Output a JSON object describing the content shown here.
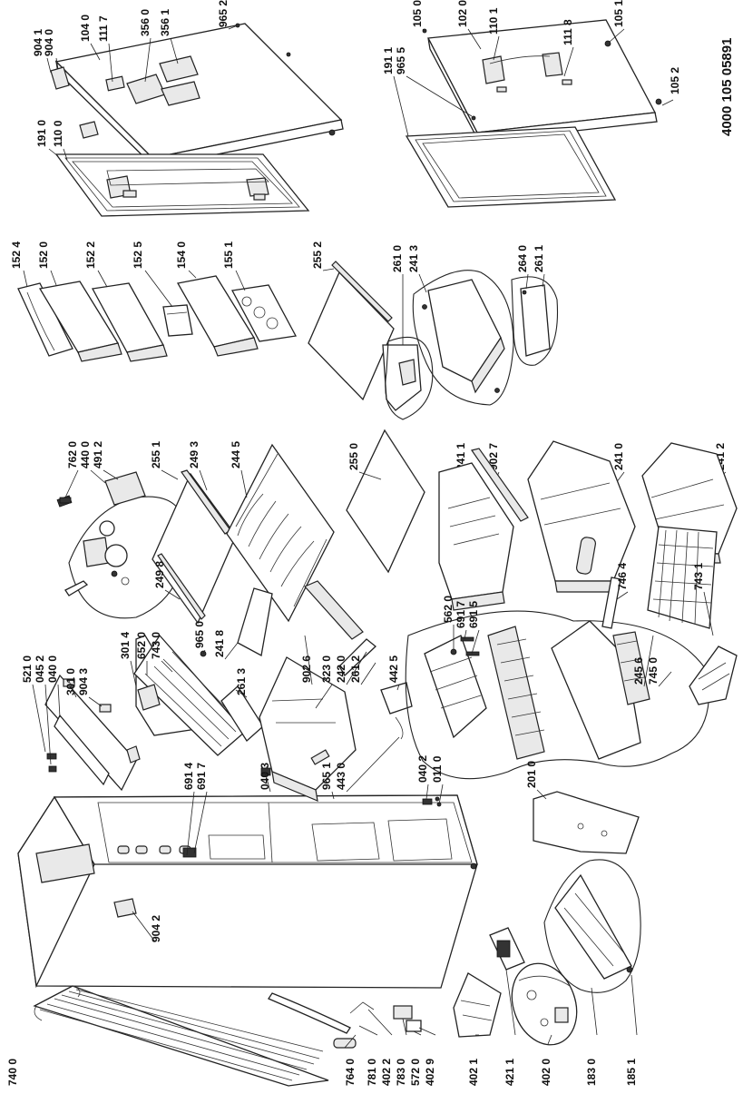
{
  "document_number": "4000 105 05891",
  "labels": {
    "l9041": "904 1",
    "l9040": "904 0",
    "l1040": "104 0",
    "l1117": "111 7",
    "l3560": "356 0",
    "l3561": "356 1",
    "l9652a": "965 2",
    "l1910": "191 0",
    "l1100": "110 0",
    "l1050": "105 0",
    "l1020": "102 0",
    "l1101": "110 1",
    "l1118": "111 8",
    "l1051": "105 1",
    "l1911": "191 1",
    "l9655": "965 5",
    "l1052": "105 2",
    "l1524": "152 4",
    "l1520": "152 0",
    "l1522": "152 2",
    "l1525": "152 5",
    "l1540": "154 0",
    "l1551": "155 1",
    "l2552": "255 2",
    "l2610": "261 0",
    "l2413": "241 3",
    "l2640": "264 0",
    "l2611": "261 1",
    "l7620": "762 0",
    "l4400": "440 0",
    "l4912": "491 2",
    "l2551": "255 1",
    "l2493": "249 3",
    "l2445": "244 5",
    "l2498": "249 8",
    "l2550": "255 0",
    "l2411": "241 1",
    "l9027": "902 7",
    "l2410": "241 0",
    "l2412": "241 2",
    "l5210": "521 0",
    "l0452": "045 2",
    "l0400": "040 0",
    "l3010": "301 0",
    "l9043": "904 3",
    "l3014": "301 4",
    "l6520": "652 0",
    "l7430": "743 0",
    "l9650": "965 0",
    "l2418": "241 8",
    "l2613": "261 3",
    "l9026": "902 6",
    "l3230": "323 0",
    "l2420": "242 0",
    "l2612": "261 2",
    "l4425": "442 5",
    "l6914": "691 4",
    "l6917a": "691 7",
    "l0403": "040 3",
    "l9651": "965 1",
    "l4430": "443 0",
    "l0402": "040 2",
    "l0110": "011 0",
    "l5620": "562 0",
    "l6917b": "691 7",
    "l6915": "691 5",
    "l7464": "746 4",
    "l7431": "743 1",
    "l2456": "245 6",
    "l7450": "745 0",
    "l2010": "201 0",
    "l9042": "904 2",
    "l7400": "740 0",
    "l7640": "764 0",
    "l7810": "781 0",
    "l4022": "402 2",
    "l7830": "783 0",
    "l5720": "572 0",
    "l4029": "402 9",
    "l4021": "402 1",
    "l4211": "421 1",
    "l4020": "402 0",
    "l1830": "183 0",
    "l1851": "185 1"
  }
}
